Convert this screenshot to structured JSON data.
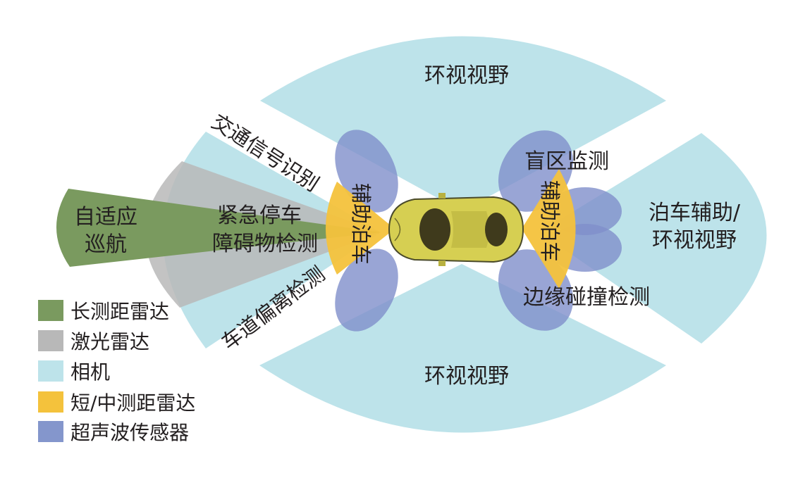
{
  "zones": {
    "surround_top": "环视视野",
    "surround_bottom": "环视视野",
    "traffic_sign": "交通信号识别",
    "lane_departure": "车道偏离检测",
    "acc_line1": "自适应",
    "acc_line2": "巡航",
    "aeb_line1": "紧急停车",
    "aeb_line2": "障碍物检测",
    "park_front": "辅助泊车",
    "park_rear": "辅助泊车",
    "blind_spot": "盲区监测",
    "edge_collision": "边缘碰撞检测",
    "rear_line1": "泊车辅助/",
    "rear_line2": "环视视野"
  },
  "legend": [
    {
      "label": "长测距雷达",
      "color": "#7a9a5f"
    },
    {
      "label": "激光雷达",
      "color": "#b8b8b8"
    },
    {
      "label": "相机",
      "color": "#bde3ea"
    },
    {
      "label": "短/中测距雷达",
      "color": "#f4c23c"
    },
    {
      "label": "超声波传感器",
      "color": "#8496cc"
    }
  ]
}
